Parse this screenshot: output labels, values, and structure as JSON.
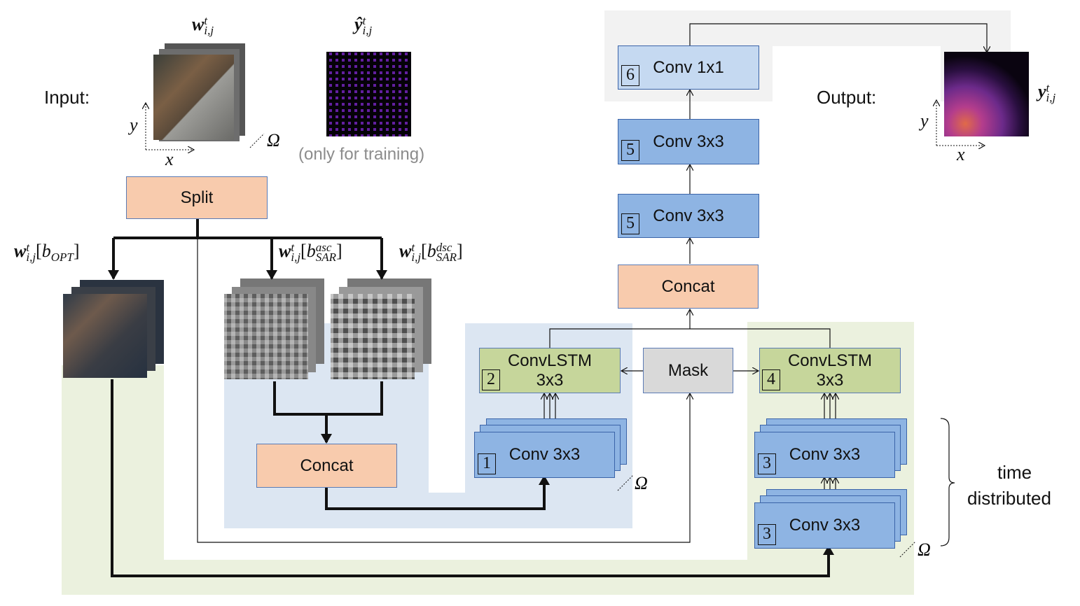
{
  "input_label": "Input:",
  "output_label": "Output:",
  "training_note": "(only for training)",
  "time_distributed": [
    "time",
    "distributed"
  ],
  "omega": "Ω",
  "axis": {
    "x": "x",
    "y": "y"
  },
  "symbols": {
    "w": "w",
    "y_hat": "ŷ",
    "y": "y",
    "t": "t",
    "ij": "i,j",
    "opt": "b",
    "opt_sub": "OPT",
    "sar": "b",
    "sar_sub": "SAR",
    "asc": "asc",
    "dsc": "dsc",
    "lbr": "[",
    "rbr": "]"
  },
  "blocks": {
    "split": "Split",
    "concat_sar": "Concat",
    "concat_top": "Concat",
    "mask": "Mask",
    "convlstm_a": {
      "num": "2",
      "line1": "ConvLSTM",
      "line2": "3x3"
    },
    "convlstm_b": {
      "num": "4",
      "line1": "ConvLSTM",
      "line2": "3x3"
    },
    "conv1": {
      "num": "1",
      "label": "Conv 3x3"
    },
    "conv3a": {
      "num": "3",
      "label": "Conv 3x3"
    },
    "conv3b": {
      "num": "3",
      "label": "Conv 3x3"
    },
    "conv5a": {
      "num": "5",
      "label": "Conv 3x3"
    },
    "conv5b": {
      "num": "5",
      "label": "Conv 3x3"
    },
    "conv6": {
      "num": "6",
      "label": "Conv 1x1"
    }
  },
  "colors": {
    "orange": "#f8cbad",
    "green": "#c6d69b",
    "blue": "#8eb4e3",
    "light_blue": "#c5d9f1",
    "gray": "#d9d9d9",
    "region_green": "#ebf1de",
    "region_blue": "#dce6f2",
    "region_gray": "#f2f2f2"
  }
}
